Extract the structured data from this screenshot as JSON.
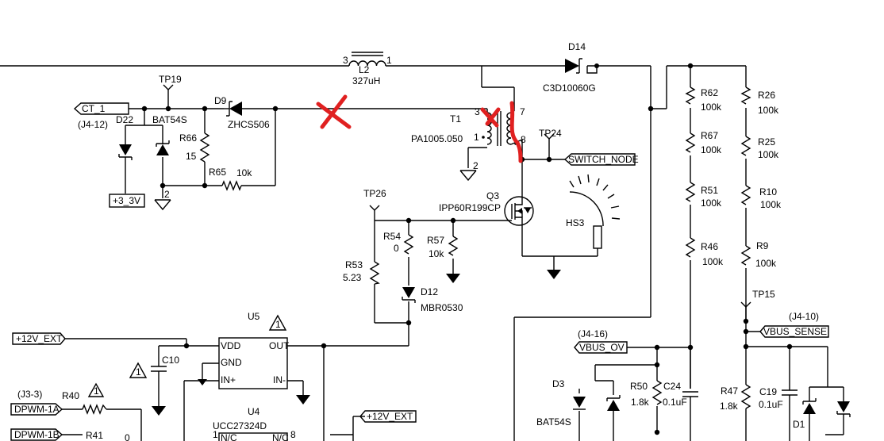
{
  "inductor": {
    "ref": "L2",
    "value": "327uH",
    "pin_a": "3",
    "pin_b": "1"
  },
  "diode_d14": {
    "ref": "D14",
    "part": "C3D10060G"
  },
  "tp19": "TP19",
  "tp24": "TP24",
  "tp26": "TP26",
  "tp15": "TP15",
  "ports": {
    "ct1": "CT_1",
    "ct1_ref": "(J4-12)",
    "v33": "+3_3V",
    "switch_node": "SWITCH_NODE",
    "v12ext": "+12V_EXT",
    "v12ext2": "+12V_EXT",
    "vbus_ov": "VBUS_OV",
    "vbus_ov_ref": "(J4-16)",
    "vbus_sense": "VBUS_SENSE",
    "vbus_sense_ref": "(J4-10)",
    "dpwm1a": "DPWM-1A",
    "dpwm1a_ref": "(J3-3)",
    "dpwm1b": "DPWM-1B"
  },
  "d22": "D22",
  "bat54s_1": "BAT54S",
  "d9": {
    "ref": "D9",
    "part": "ZHCS506"
  },
  "r66": {
    "ref": "R66",
    "value": "15"
  },
  "r65": {
    "ref": "R65",
    "value": "10k"
  },
  "t1": {
    "ref": "T1",
    "part": "PA1005.050",
    "p3": "3",
    "p7": "7",
    "p1": "1",
    "p8": "8"
  },
  "gnd_pin": "2",
  "q3": {
    "ref": "Q3",
    "part": "IPP60R199CP"
  },
  "hs3": "HS3",
  "r54": {
    "ref": "R54",
    "value": "0"
  },
  "r57": {
    "ref": "R57",
    "value": "10k"
  },
  "r53": {
    "ref": "R53",
    "value": "5.23"
  },
  "d12": {
    "ref": "D12",
    "part": "MBR0530"
  },
  "u5": {
    "ref": "U5",
    "vdd": "VDD",
    "gnd": "GND",
    "inp": "IN+",
    "out": "OUT",
    "inn": "IN-"
  },
  "warn1": "1",
  "c10": "C10",
  "u4": {
    "ref": "U4",
    "part": "UCC27324D",
    "nc1": "N/C",
    "nc2": "N/C",
    "p1": "1",
    "p8": "8"
  },
  "r40": "R40",
  "r41": "R41",
  "zero": "0",
  "r62": {
    "ref": "R62",
    "value": "100k"
  },
  "r67": {
    "ref": "R67",
    "value": "100k"
  },
  "r51": {
    "ref": "R51",
    "value": "100k"
  },
  "r46": {
    "ref": "R46",
    "value": "100k"
  },
  "r26": {
    "ref": "R26",
    "value": "100k"
  },
  "r25": {
    "ref": "R25",
    "value": "100k"
  },
  "r10": {
    "ref": "R10",
    "value": "100k"
  },
  "r9": {
    "ref": "R9",
    "value": "100k"
  },
  "d3": "D3",
  "bat54s_2": "BAT54S",
  "r50": {
    "ref": "R50",
    "value": "1.8k"
  },
  "c24": {
    "ref": "C24",
    "value": "0.1uF"
  },
  "r47": {
    "ref": "R47",
    "value": "1.8k"
  },
  "c19": {
    "ref": "C19",
    "value": "0.1uF"
  },
  "d1": "D1"
}
